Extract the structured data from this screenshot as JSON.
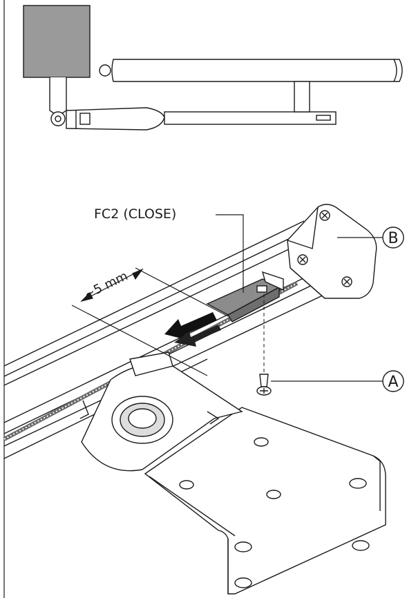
{
  "labels": {
    "limit_switch": "FC2 (CLOSE)",
    "distance": "~5 mm",
    "callout_b": "B",
    "callout_a": "A"
  },
  "colors": {
    "ink": "#1a1a1a",
    "motor_box": "#9a9a9a",
    "switch_block": "#8c8c8c",
    "arrow": "#111111"
  }
}
